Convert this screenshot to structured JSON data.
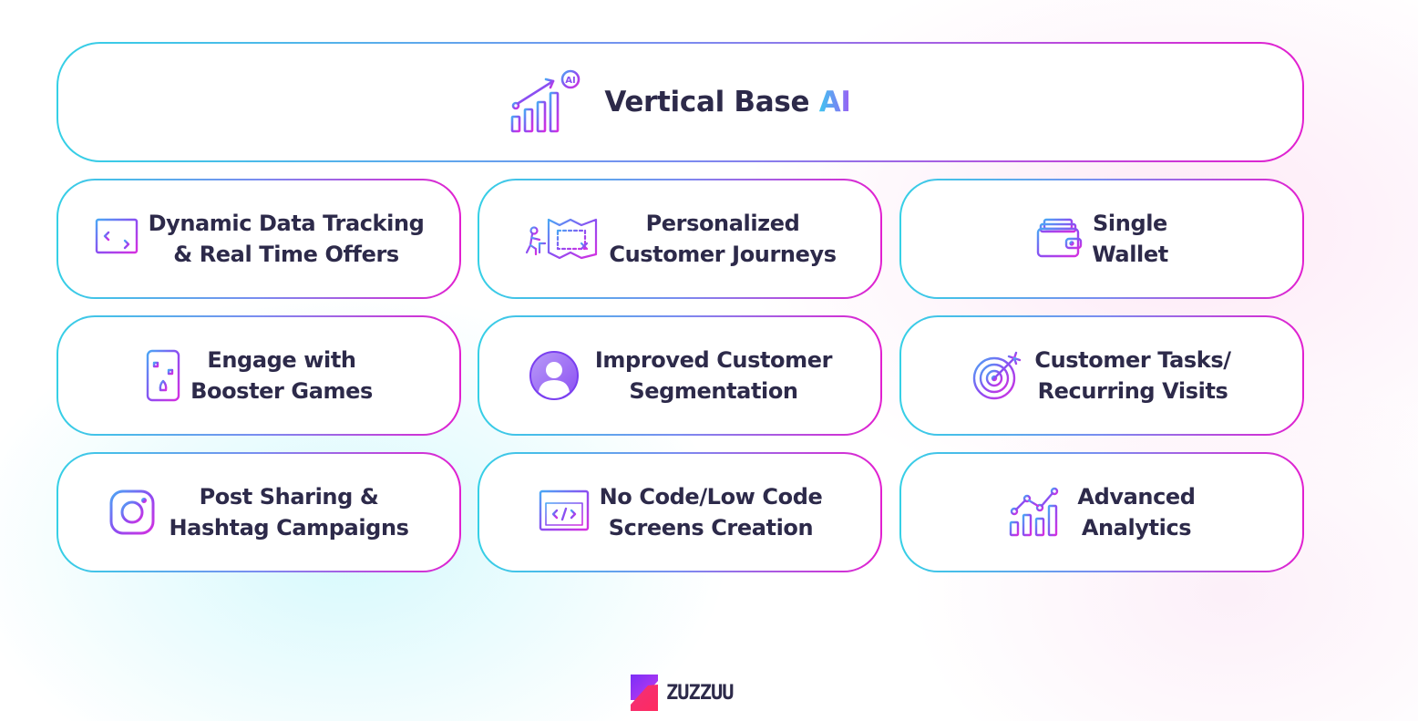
{
  "header": {
    "title_main": "Vertical Base",
    "title_accent": "AI",
    "icon": "chart-growth-ai-icon"
  },
  "features": [
    {
      "line1": "Dynamic Data Tracking",
      "line2": "& Real Time Offers",
      "icon": "browser-transfer-icon"
    },
    {
      "line1": "Personalized",
      "line2": "Customer Journeys",
      "icon": "journey-map-icon"
    },
    {
      "line1": "Single",
      "line2": "Wallet",
      "icon": "wallet-icon"
    },
    {
      "line1": "Engage with",
      "line2": "Booster Games",
      "icon": "phone-game-icon"
    },
    {
      "line1": "Improved Customer",
      "line2": "Segmentation",
      "icon": "user-avatar-icon"
    },
    {
      "line1": "Customer Tasks/",
      "line2": "Recurring Visits",
      "icon": "target-arrow-icon"
    },
    {
      "line1": "Post Sharing &",
      "line2": "Hashtag Campaigns",
      "icon": "instagram-icon"
    },
    {
      "line1": "No Code/Low Code",
      "line2": "Screens Creation",
      "icon": "code-window-icon"
    },
    {
      "line1": "Advanced",
      "line2": "Analytics",
      "icon": "analytics-chart-icon"
    }
  ],
  "brand": {
    "name": "ZUZZUU",
    "icon": "zuzzuu-logo-icon"
  },
  "colors": {
    "gradient_start": "#35d0e6",
    "gradient_end": "#e21fd0",
    "icon_stroke": "#8b4ef2",
    "text": "#2d2a4a"
  }
}
